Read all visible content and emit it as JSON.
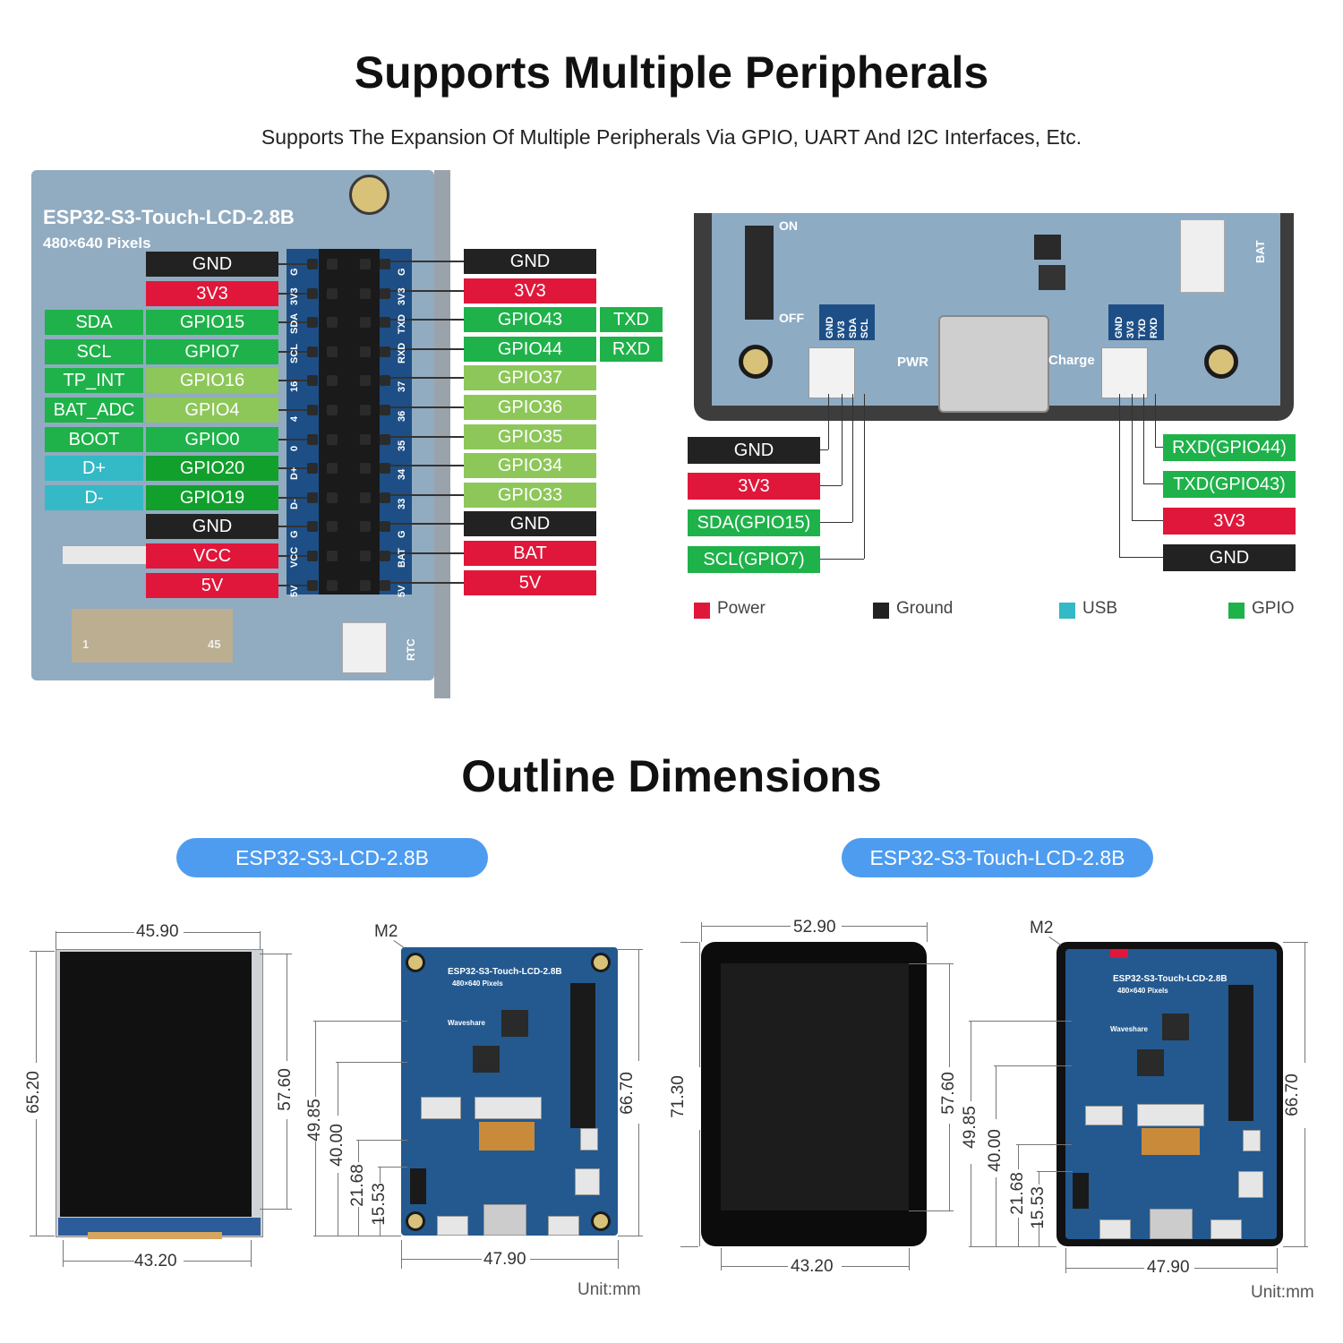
{
  "header": {
    "title": "Supports Multiple Peripherals",
    "subtitle": "Supports The Expansion Of Multiple Peripherals Via GPIO, UART And I2C Interfaces, Etc."
  },
  "board_photo": {
    "name_text": "ESP32-S3-Touch-LCD-2.8B",
    "pixels_text": "480×640 Pixels",
    "connector_marks": [
      "1",
      "45"
    ],
    "rtc_text": "RTC"
  },
  "left_header": {
    "left_pins": [
      {
        "alt": "",
        "label": "GND",
        "color": "ground",
        "silk": "G"
      },
      {
        "alt": "",
        "label": "3V3",
        "color": "power",
        "silk": "3V3"
      },
      {
        "alt": "SDA",
        "label": "GPIO15",
        "color": "gpio",
        "silk": "SDA"
      },
      {
        "alt": "SCL",
        "label": "GPIO7",
        "color": "gpio",
        "silk": "SCL"
      },
      {
        "alt": "TP_INT",
        "label": "GPIO16",
        "color": "gpio2",
        "silk": "16"
      },
      {
        "alt": "BAT_ADC",
        "label": "GPIO4",
        "color": "gpio2",
        "silk": "4"
      },
      {
        "alt": "BOOT",
        "label": "GPIO0",
        "color": "gpio",
        "silk": "0"
      },
      {
        "alt": "D+",
        "label": "GPIO20",
        "color": "gpio3",
        "silk": "D+",
        "alt_color": "usb"
      },
      {
        "alt": "D-",
        "label": "GPIO19",
        "color": "gpio3",
        "silk": "D-",
        "alt_color": "usb"
      },
      {
        "alt": "",
        "label": "GND",
        "color": "ground",
        "silk": "G"
      },
      {
        "alt": "",
        "label": "VCC",
        "color": "power",
        "silk": "VCC"
      },
      {
        "alt": "",
        "label": "5V",
        "color": "power",
        "silk": "5V"
      }
    ],
    "right_pins": [
      {
        "label": "GND",
        "alt": "",
        "color": "ground",
        "silk": "G"
      },
      {
        "label": "3V3",
        "alt": "",
        "color": "power",
        "silk": "3V3"
      },
      {
        "label": "GPIO43",
        "alt": "TXD",
        "color": "gpio",
        "silk": "TXD"
      },
      {
        "label": "GPIO44",
        "alt": "RXD",
        "color": "gpio",
        "silk": "RXD"
      },
      {
        "label": "GPIO37",
        "alt": "",
        "color": "gpio2",
        "silk": "37"
      },
      {
        "label": "GPIO36",
        "alt": "",
        "color": "gpio2",
        "silk": "36"
      },
      {
        "label": "GPIO35",
        "alt": "",
        "color": "gpio2",
        "silk": "35"
      },
      {
        "label": "GPIO34",
        "alt": "",
        "color": "gpio2",
        "silk": "34"
      },
      {
        "label": "GPIO33",
        "alt": "",
        "color": "gpio2",
        "silk": "33"
      },
      {
        "label": "GND",
        "alt": "",
        "color": "ground",
        "silk": "G"
      },
      {
        "label": "BAT",
        "alt": "",
        "color": "power",
        "silk": "BAT"
      },
      {
        "label": "5V",
        "alt": "",
        "color": "power",
        "silk": "5V"
      }
    ]
  },
  "bottom_board": {
    "switch_on": "ON",
    "switch_off": "OFF",
    "pwr_text": "PWR",
    "charge_text": "Charge",
    "bat_text": "BAT",
    "i2c_silk": [
      "GND",
      "3V3",
      "SDA",
      "SCL"
    ],
    "uart_silk": [
      "GND",
      "3V3",
      "TXD",
      "RXD"
    ],
    "i2c_labels": [
      {
        "label": "GND",
        "color": "ground"
      },
      {
        "label": "3V3",
        "color": "power"
      },
      {
        "label": "SDA(GPIO15)",
        "color": "gpio"
      },
      {
        "label": "SCL(GPIO7)",
        "color": "gpio"
      }
    ],
    "uart_labels": [
      {
        "label": "RXD(GPIO44)",
        "color": "gpio"
      },
      {
        "label": "TXD(GPIO43)",
        "color": "gpio"
      },
      {
        "label": "3V3",
        "color": "power"
      },
      {
        "label": "GND",
        "color": "ground"
      }
    ]
  },
  "legend": [
    {
      "label": "Power",
      "color": "#e0173a"
    },
    {
      "label": "Ground",
      "color": "#222222"
    },
    {
      "label": "USB",
      "color": "#34b9c6"
    },
    {
      "label": "GPIO",
      "color": "#1fb24a"
    }
  ],
  "outline": {
    "title": "Outline Dimensions",
    "model_a": "ESP32-S3-LCD-2.8B",
    "model_b": "ESP32-S3-Touch-LCD-2.8B",
    "a_front": {
      "width_top": "45.90",
      "width_bottom": "43.20",
      "height_outer": "65.20",
      "height_inner": "57.60"
    },
    "a_back": {
      "m2": "M2",
      "d1": "49.85",
      "d2": "40.00",
      "d3": "21.68",
      "d4": "15.53",
      "height": "66.70",
      "width": "47.90",
      "unit": "Unit:mm"
    },
    "b_front": {
      "width_top": "52.90",
      "width_bottom": "43.20",
      "height_outer": "71.30",
      "height_inner": "57.60"
    },
    "b_back": {
      "m2": "M2",
      "d1": "49.85",
      "d2": "40.00",
      "d3": "21.68",
      "d4": "15.53",
      "height": "66.70",
      "width": "47.90",
      "unit": "Unit:mm"
    },
    "small_board_name": "ESP32-S3-Touch-LCD-2.8B",
    "small_board_pixels": "480×640 Pixels",
    "brand": "Waveshare"
  }
}
